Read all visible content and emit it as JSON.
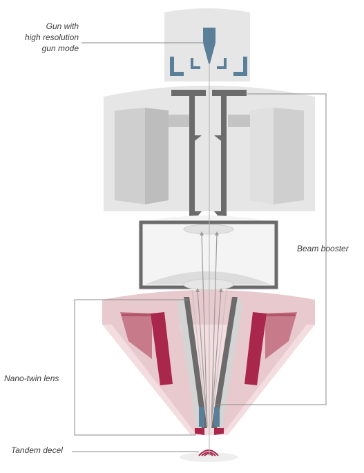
{
  "labels": {
    "gun": [
      "Gun with",
      "high resolution",
      "gun mode"
    ],
    "beam_booster": "Beam booster",
    "nano_twin_lens": "Nano-twin lens",
    "tandem_decel": "Tandem decel"
  },
  "colors": {
    "housing": "#e6e6e6",
    "housing_light": "#f0f0f0",
    "column_dark": "#6b6b6b",
    "pole_gray": "#c9c9c9",
    "gun_blue": "#5a7f98",
    "lens_pink": "#e8c9cd",
    "lens_crimson": "#a8274a",
    "lens_rose": "#c77b8a",
    "leader_line": "#8a8a8a"
  }
}
